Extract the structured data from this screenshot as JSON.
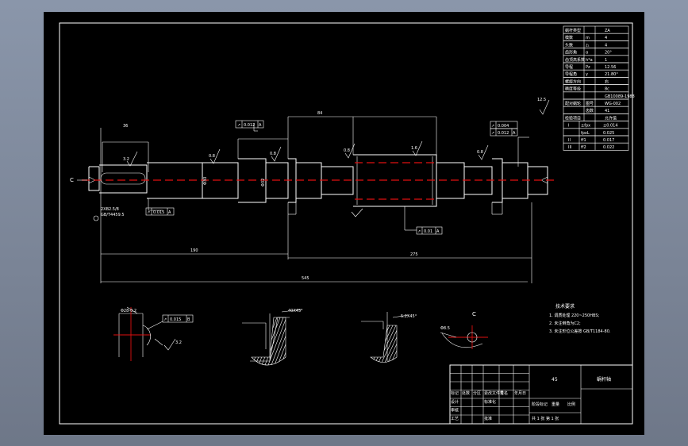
{
  "drawing": {
    "material": "45",
    "part_name": "蜗杆轴",
    "datum_label": "C",
    "center_hole_note_1": "2XB2.5/8",
    "center_hole_note_2": "GB/T4459.5"
  },
  "params_table": [
    {
      "label": "蜗杆类型",
      "sym": "",
      "val": "ZA"
    },
    {
      "label": "模数",
      "sym": "m",
      "val": "4"
    },
    {
      "label": "头数",
      "sym": "z₁",
      "val": "4"
    },
    {
      "label": "齿形角",
      "sym": "α",
      "val": "20°"
    },
    {
      "label": "齿顶高系数",
      "sym": "h*a",
      "val": "1"
    },
    {
      "label": "导程",
      "sym": "Pz",
      "val": "12.56"
    },
    {
      "label": "导程角",
      "sym": "γ",
      "val": "21.80°"
    },
    {
      "label": "螺旋方向",
      "sym": "",
      "val": "右"
    },
    {
      "label": "精度等级",
      "sym": "",
      "val": "8c"
    },
    {
      "label": "",
      "sym": "",
      "val": "GB10089-1988"
    },
    {
      "label": "配对蜗轮",
      "sym": "图号",
      "val": "WG-002"
    },
    {
      "label": "",
      "sym": "齿数",
      "val": "41"
    },
    {
      "label": "检验项目",
      "sym": "",
      "val": "允许值"
    }
  ],
  "tolerance_table": [
    {
      "group": "I",
      "sym": "±fpx",
      "val": "±0.014"
    },
    {
      "group": "",
      "sym": "fpxL",
      "val": "0.025"
    },
    {
      "group": "II",
      "sym": "ff1",
      "val": "0.017"
    },
    {
      "group": "III",
      "sym": "ff2",
      "val": "0.022"
    }
  ],
  "fcf": {
    "left_runout": "0.012",
    "left_runout_datum": "A",
    "mid_runout_1": "0.004",
    "mid_runout_2": "0.012",
    "mid_datum": "A",
    "journal_runout": "0.015",
    "journal_datum": "A",
    "bottom_runout": "0.01",
    "bottom_datum": "A",
    "detail_runout": "0.015",
    "detail_datum": "B"
  },
  "roughness": {
    "r1": "3.2",
    "r2": "0.8",
    "r3": "0.8",
    "r4": "0.8",
    "r5": "1.6",
    "r6": "0.8",
    "r7": "3.2",
    "general": "12.5"
  },
  "dimensions": {
    "d_keyway": "36",
    "d_journal_1": "Φ30",
    "d_journal_2": "Φ32",
    "len_left": "190",
    "len_right": "275",
    "len_total": "545",
    "len_worm": "84"
  },
  "details": {
    "detail1_dim": "Φ28-0.2",
    "detail2_dim": "40X45°",
    "detail3_dim": "5.2X45°",
    "detail4_label": "C",
    "detail4_note": "Φ8.5"
  },
  "tech_req": {
    "title": "技术要求",
    "items": [
      "1. 调质处理 220~250HBS;",
      "2. 未注倒角为C2;",
      "3. 未注形位公差按 GB/T1184-80."
    ]
  },
  "title_block": {
    "col_labels": [
      "标记",
      "处数",
      "分区",
      "更改文件号",
      "签名",
      "年月日"
    ],
    "row_labels": [
      "设计",
      "审核",
      "工艺"
    ],
    "std_label": "标准化",
    "batch_label": "批准",
    "stage_label": "阶段标记",
    "weight_label": "重量",
    "scale_label": "比例",
    "sheet_label": "共 1 张  第 1 张",
    "material": "45",
    "part": "蜗杆轴"
  }
}
